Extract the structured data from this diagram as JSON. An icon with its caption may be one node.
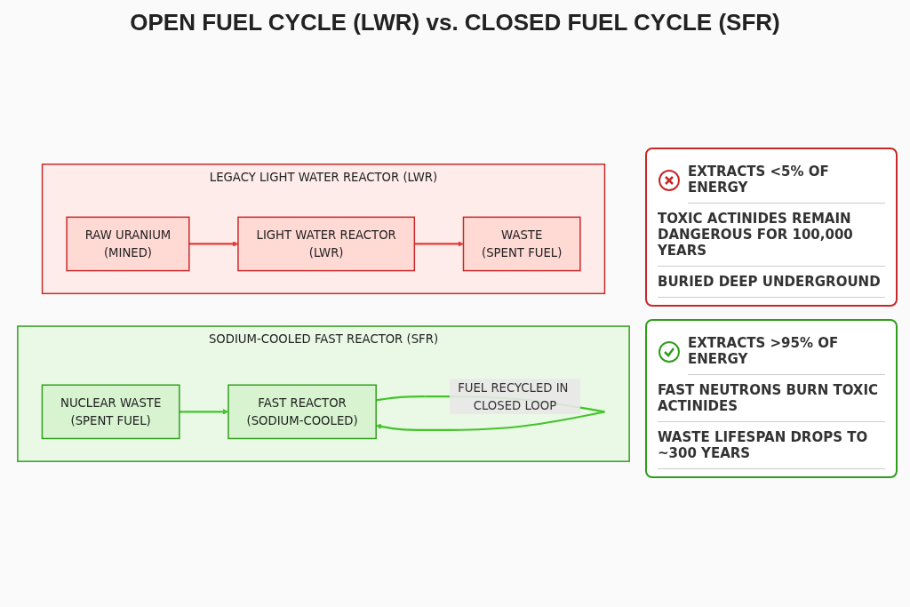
{
  "diagram": {
    "title": "OPEN FUEL CYCLE (LWR) vs. CLOSED FUEL CYCLE (SFR)",
    "nodes": [
      {
        "text": [
          "LEGACY LIGHT WATER REACTOR (LWR)"
        ]
      },
      {
        "text": [
          "RAW URANIUM",
          "(MINED)"
        ],
        "in": 0
      },
      {
        "text": [
          "LIGHT WATER REACTOR",
          "(LWR)"
        ],
        "in": 0
      },
      {
        "text": [
          "WASTE",
          "(SPENT FUEL)"
        ],
        "in": 0
      },
      {
        "text": [
          "SODIUM-COOLED FAST REACTOR (SFR)"
        ]
      },
      {
        "text": [
          "NUCLEAR WASTE",
          "(SPENT FUEL)"
        ],
        "in": 4
      },
      {
        "text": [
          "FAST REACTOR",
          "(SODIUM-COOLED)"
        ],
        "in": 4
      }
    ],
    "edges": [
      {
        "from": 1,
        "to": 2,
        "arrow": "to",
        "color": "#e53935"
      },
      {
        "from": 2,
        "to": 3,
        "arrow": "to",
        "color": "#e53935"
      },
      {
        "from": 5,
        "to": 6,
        "arrow": "to",
        "color": "#43c42b"
      },
      {
        "from": 6,
        "to": 6,
        "arrow": "to",
        "label": "FUEL RECYCLED IN CLOSED LOOP",
        "color": "#43c42b"
      }
    ],
    "labels": [
      "EXTRACTS <5% OF ENERGY",
      "TOXIC ACTINIDES REMAIN DANGEROUS FOR 100,000 YEARS",
      "BURIED DEEP UNDERGROUND",
      "EXTRACTS >95% OF ENERGY",
      "FAST NEUTRONS BURN TOXIC ACTINIDES",
      "WASTE LIFESPAN DROPS TO ~300 YEARS"
    ]
  }
}
